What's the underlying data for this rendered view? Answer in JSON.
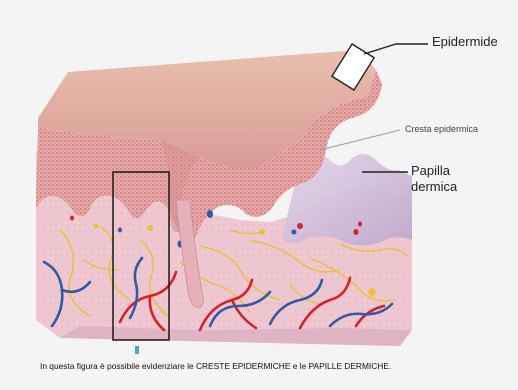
{
  "labels": {
    "epidermide": "Epidermide",
    "cresta_epidermica": "Cresta epidermica",
    "papilla_line1": "Papilla",
    "papilla_line2": "dermica"
  },
  "caption": "In questa figura è possibile evidenziare le CRESTE EPIDERMICHE e le PAPILLE DERMICHE.",
  "colors": {
    "epidermis": "#e3a7a4",
    "epidermis_dots": "#c05a62",
    "dermis": "#efc7d0",
    "dermis_shadow": "#d9acbf",
    "papilla": "#d8c6df",
    "nerve": "#e8c23a",
    "artery": "#d2232a",
    "vein": "#2e5aa8",
    "highlight_box": "#222222",
    "background": "#f4f4f4"
  }
}
